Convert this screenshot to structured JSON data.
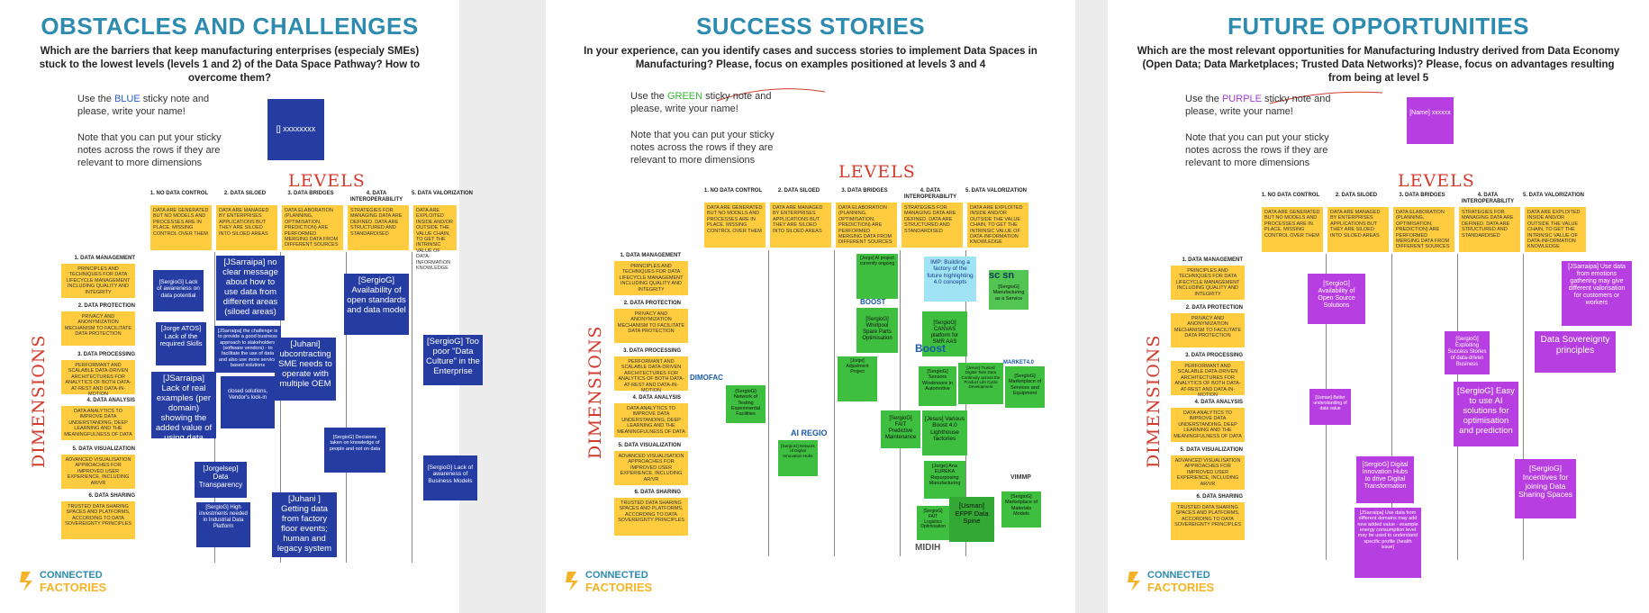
{
  "boards": [
    {
      "title": "OBSTACLES AND CHALLENGES",
      "question": "Which are the barriers that keep manufacturing enterprises (especialy SMEs) stuck to the lowest levels (levels 1 and 2) of the Data Space Pathway? How to overcome them?",
      "instruction_pre": "Use the ",
      "instruction_color_word": "BLUE",
      "instruction_post": " sticky note and please, write your name!",
      "instruction_note": "Note that you can put your sticky notes across the rows if they are relevant to more dimensions",
      "example_note": "[] xxxxxxxx",
      "levels_word": "LEVELS",
      "dimensions_word": "DIMENSIONS",
      "logo_line1": "CONNECTED",
      "logo_line2": "FACTORIES"
    },
    {
      "title": "SUCCESS STORIES",
      "question": "In your experience, can you identify cases and success stories to implement Data Spaces in Manufacturing? Please, focus on examples positioned at levels 3 and 4",
      "instruction_pre": "Use the ",
      "instruction_color_word": "GREEN",
      "instruction_post": " sticky note and please, write your name!",
      "instruction_note": "Note that you can put your sticky notes across the rows if they are relevant to more dimensions",
      "levels_word": "LEVELS",
      "dimensions_word": "DIMENSIONS",
      "logo_line1": "CONNECTED",
      "logo_line2": "FACTORIES"
    },
    {
      "title": "FUTURE OPPORTUNITIES",
      "question": "Which are the most relevant opportunities for Manufacturing Industry derived from Data Economy (Open Data; Data Marketplaces; Trusted Data Networks)? Please, focus on advantages resulting from being at level 5",
      "instruction_pre": "Use the ",
      "instruction_color_word": "PURPLE",
      "instruction_post": " sticky note and please, write your name!",
      "instruction_note": "Note that you can put your sticky notes across the rows if they are relevant to more dimensions",
      "example_note": "[Name] xxxxxx",
      "levels_word": "LEVELS",
      "dimensions_word": "DIMENSIONS",
      "logo_line1": "CONNECTED",
      "logo_line2": "FACTORIES"
    }
  ],
  "levels": [
    {
      "head": "1. NO DATA CONTROL",
      "desc": "DATA ARE GENERATED BUT NO MODELS AND PROCESSES ARE IN PLACE. MISSING CONTROL OVER THEM"
    },
    {
      "head": "2. DATA SILOED",
      "desc": "DATA ARE MANAGED BY ENTERPRISES APPLICATIONS BUT THEY ARE SILOED INTO SILOED AREAS"
    },
    {
      "head": "3. DATA BRIDGES",
      "desc": "DATA ELABORATION (PLANNING, OPTIMISATION, PREDICTION) ARE PERFORMED MERGING DATA FROM DIFFERENT SOURCES"
    },
    {
      "head": "4. DATA INTEROPERABILITY",
      "desc": "STRATEGIES FOR MANAGING DATA ARE DEFINED. DATA ARE STRUCTURED AND STANDARDISED"
    },
    {
      "head": "5. DATA VALORIZATION",
      "desc": "DATA ARE EXPLOITED INSIDE AND/OR OUTSIDE THE VALUE CHAIN, TO GET THE INTRINSIC VALUE OF DATA-INFORMATION KNOWLEDGE"
    }
  ],
  "dimensions": [
    {
      "head": "1. DATA MANAGEMENT",
      "desc": "PRINCIPLES AND TECHNIQUES FOR DATA LIFECYCLE MANAGEMENT INCLUDING QUALITY AND INTEGRITY"
    },
    {
      "head": "2. DATA PROTECTION",
      "desc": "PRIVACY AND ANONYMIZATION MECHANISM TO FACILITATE DATA PROTECTION"
    },
    {
      "head": "3. DATA PROCESSING",
      "desc": "PERFORMANT AND SCALABLE DATA-DRIVEN ARCHITECTURES FOR ANALYTICS OF BOTH DATA-AT-REST AND DATA-IN-MOTION"
    },
    {
      "head": "4. DATA ANALYSIS",
      "desc": "DATA ANALYTICS TO IMPROVE DATA UNDERSTANDING, DEEP LEARNING AND THE MEANINGFULNESS OF DATA"
    },
    {
      "head": "5. DATA VISUALIZATION",
      "desc": "ADVANCED VISUALISATION APPROACHES FOR IMPROVED USER EXPERIENCE, INCLUDING AR/VR"
    },
    {
      "head": "6. DATA SHARING",
      "desc": "TRUSTED DATA SHARING SPACES AND PLATFORMS, ACCORDING TO DATA SOVEREIGNTY PRINCIPLES"
    }
  ],
  "notes_blue": [
    "[SergioG] Lack of awareness on data potential",
    "[JSarraipa] no clear message about how to use data from different areas (siloed areas)",
    "[SergioG] Availability of open standards and data model",
    "[Jorge ATOS] Lack of the required Skills",
    "[JSarraipa] the challenge is to provide a good business approach to stakeholders (software vendors) - to facilitate the use of data and also use more service based solutions",
    "[Juhani] ubcontracting SME needs to operate with multiple OEM",
    "[SergioG] Too poor \"Data Culture\" in the Enterprise",
    "[JSarraipa] Lack of real examples (per domain) showing the added value of using data",
    "closed solutions, Vendor's lock-in",
    "[SergioG] Decisions taken on knowledge of people and not on data",
    "[Jorgelsep] Data Transparency",
    "[SergioG] Lack of awareness of Business Models",
    "[SergioG] High investments needed in Industrial Data Platform",
    "[Juhani ] Getting data from factory floor events; human and legacy system"
  ],
  "notes_green": [
    "[Jorge] AI project currently ongoing",
    "IMP: Building a factory of the future highlighting 4.0 concepts",
    "[SergioG] Manufacturing as a Service",
    "[SergioG] Whirlpool Spare Parts Optimisation",
    "[SergioG] CANVAS platform for SMR AAS",
    "[Jorge] Adjustment Project",
    "[SergioG] Network of Testing Experimental Facilities",
    "[SergioG] Sensors Windmoore in Automotive",
    "[Jesus] Trusted Digital Twin Data Continuity across the Product Life Cycle Development",
    "[SergioG] Marketplace of Services and Equipment",
    "[SergioG] FAIT Predictive Maintenance",
    "[Jesus] Various Boost 4.0 Lighthouse factories",
    "[SergioG] Network of Digital Innovation Hubs",
    "[Jorge] Ana EUREKA Repurposing Manufacturing",
    "[SergioG] FAIT Logistics Optimisation",
    "[Usman] EFPF Data Spine",
    "[SergioG] Marketplace of Materials Models"
  ],
  "notes_purple": [
    "[SergioG] Availability of Open Source Solutions",
    "[JSarraipa] Use data from emotions gathering may give different valorisation for customers or workers",
    "Data Sovereignty principles",
    "[SergioG] Exploiting Success Stories of data-driven Business",
    "[Usman] Better understanding of data value",
    "[SergioG] Easy to use AI solutions for optimisation and prediction",
    "[SergioG] Digital Innovation Hubs to drive Digital Transformation",
    "[SergioG] Incentives for joining Data Sharing Spaces",
    "[JSarraipa] Use data from different domains may add new added value - example energy consumption level may be used to understand specific profile (health issue)"
  ],
  "ext_logos": [
    "DIMOFAC",
    "AI REGIO",
    "BOOST",
    "Boost",
    "MARKET4.0",
    "MIDIH",
    "VIMMP",
    "sc sn"
  ],
  "colors": {
    "title": "#2d8bb0",
    "red": "#d23b2c",
    "yellow": "#ffcc3f",
    "blue": "#253ca3",
    "green": "#3fbf3f",
    "purple": "#b73ee0"
  }
}
